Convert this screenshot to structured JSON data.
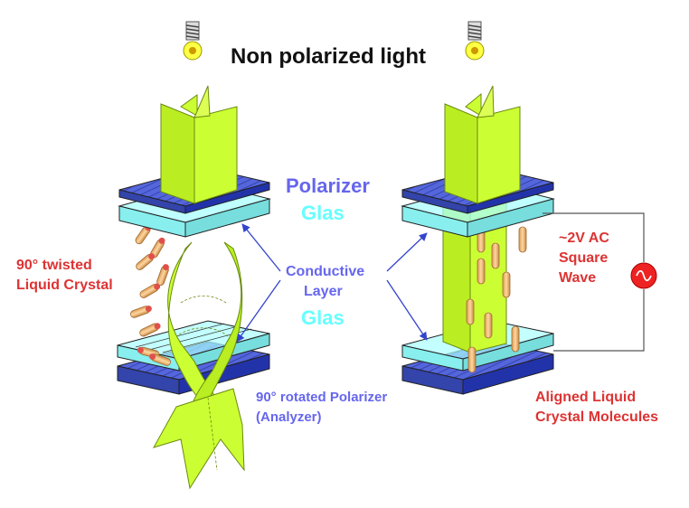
{
  "title": "Non polarized light",
  "labels": {
    "polarizer": "Polarizer",
    "glas_top": "Glas",
    "conductive_line1": "Conductive",
    "conductive_line2": "Layer",
    "glas_bottom": "Glas",
    "twisted_line1": "90° twisted",
    "twisted_line2": "Liquid Crystal",
    "rotated_line1": "90° rotated Polarizer",
    "rotated_line2": "(Analyzer)",
    "voltage_line1": "~2V AC",
    "voltage_line2": "Square",
    "voltage_line3": "Wave",
    "aligned_line1": "Aligned Liquid",
    "aligned_line2": "Crystal Molecules"
  },
  "colors": {
    "light": "#ccff33",
    "light_edge": "#7a9a10",
    "polarizer": "#5566dd",
    "glass": "#99ffff",
    "crystal": "#f5c080",
    "crystal_tip": "#e0504a",
    "label_blue": "#6666ee",
    "label_cyan": "#66ffff",
    "label_red": "#dd3333",
    "ac_source": "#ee2222"
  },
  "icons": [
    "light-bulb-icon",
    "ac-source-icon"
  ]
}
